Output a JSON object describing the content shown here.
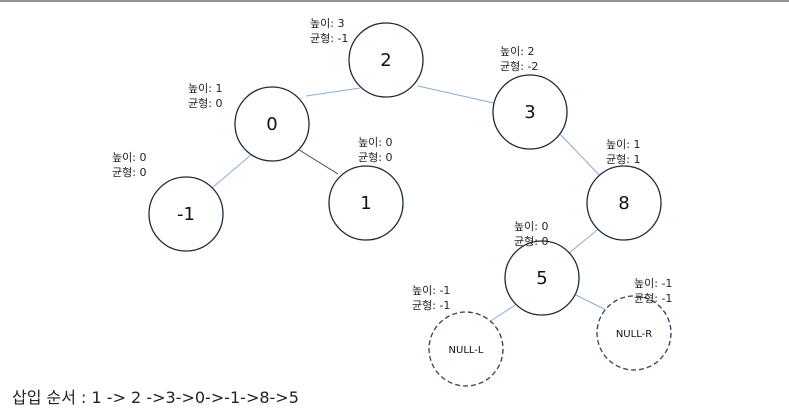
{
  "colors": {
    "edge_blue": "#8eaad6",
    "edge_dark": "#444444",
    "node_stroke": "#1f2a3a"
  },
  "nodes": {
    "n2": {
      "value": "2",
      "height_label": "높이: 3",
      "balance_label": "균형: -1"
    },
    "n0": {
      "value": "0",
      "height_label": "높이: 1",
      "balance_label": "균형: 0"
    },
    "nm1": {
      "value": "-1",
      "height_label": "높이: 0",
      "balance_label": "균형: 0"
    },
    "n1": {
      "value": "1",
      "height_label": "높이: 0",
      "balance_label": "균형: 0"
    },
    "n3": {
      "value": "3",
      "height_label": "높이: 2",
      "balance_label": "균형: -2"
    },
    "n8": {
      "value": "8",
      "height_label": "높이: 1",
      "balance_label": "균형: 1"
    },
    "n5": {
      "value": "5",
      "height_label": "높이: 0",
      "balance_label": "균형: 0"
    },
    "nullL": {
      "value": "NULL-L",
      "height_label": "높이: -1",
      "balance_label": "균형: -1"
    },
    "nullR": {
      "value": "NULL-R",
      "height_label": "높이: -1",
      "balance_label": "균형: -1"
    }
  },
  "insert_order": "삽입 순서 : 1 -> 2 ->3->0->-1->8->5"
}
